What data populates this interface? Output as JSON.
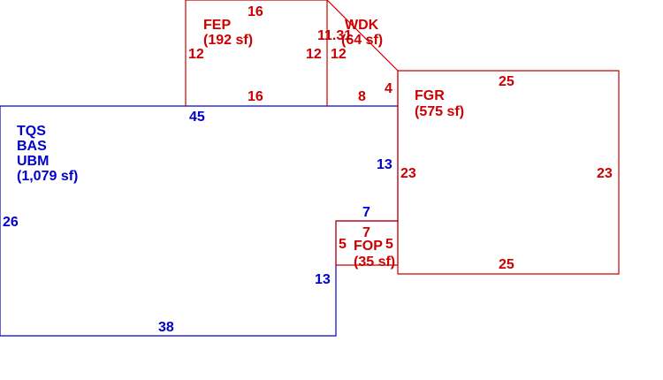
{
  "colors": {
    "main": "#0000cc",
    "addition": "#cc0000"
  },
  "areas": {
    "main": {
      "codes": [
        "TQS",
        "BAS",
        "UBM"
      ],
      "area": "(1,079 sf)"
    },
    "fep": {
      "code": "FEP",
      "area": "(192 sf)"
    },
    "wdk": {
      "code": "WDK",
      "area": "(64 sf)"
    },
    "fgr": {
      "code": "FGR",
      "area": "(575 sf)"
    },
    "fop": {
      "code": "FOP",
      "area": "(35 sf)"
    }
  },
  "dimensions": {
    "main_top": "45",
    "main_left": "26",
    "main_bottom": "38",
    "main_right_upper": "13",
    "main_notch_top": "7",
    "main_right_lower": "13",
    "fep_top": "16",
    "fep_bottom": "16",
    "fep_left": "12",
    "fep_right": "12",
    "wdk_left": "12",
    "wdk_diagonal": "11.31",
    "wdk_right": "4",
    "wdk_bottom": "8",
    "fgr_top": "25",
    "fgr_bottom": "25",
    "fgr_left": "23",
    "fgr_right": "23",
    "fop_left": "5",
    "fop_right": "5",
    "fop_top": "7"
  }
}
